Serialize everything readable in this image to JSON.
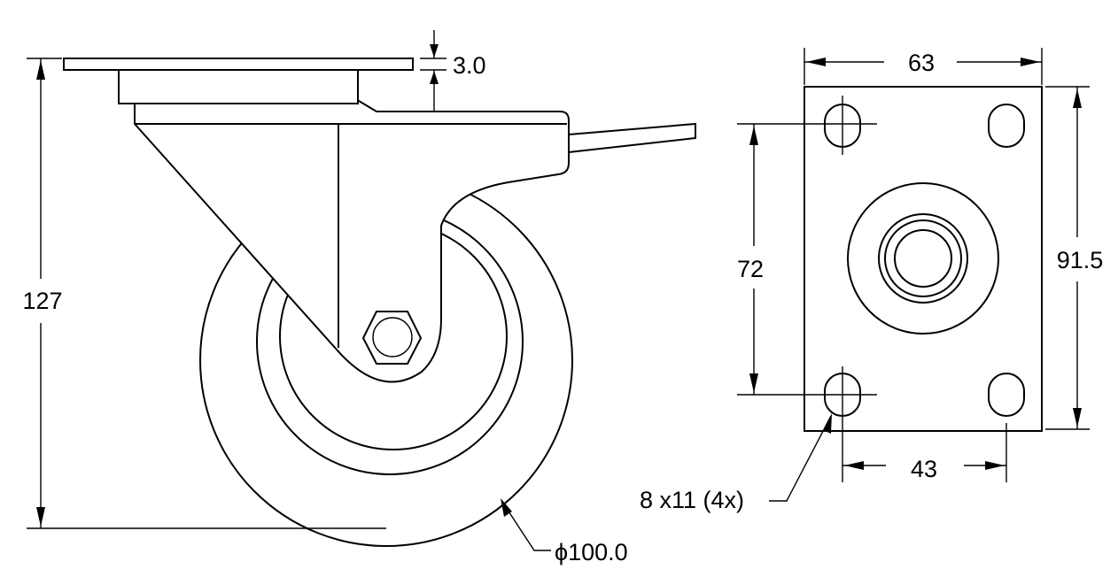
{
  "dimensions": {
    "plate_thickness": "3.0",
    "total_height": "127",
    "wheel_diameter": "ϕ100.0",
    "plate_width": "63",
    "plate_length": "91.5",
    "hole_spacing_length": "72",
    "hole_spacing_width": "43",
    "slot_size": "8 x11 (4x)"
  },
  "colors": {
    "line": "#000000",
    "background": "#ffffff"
  }
}
